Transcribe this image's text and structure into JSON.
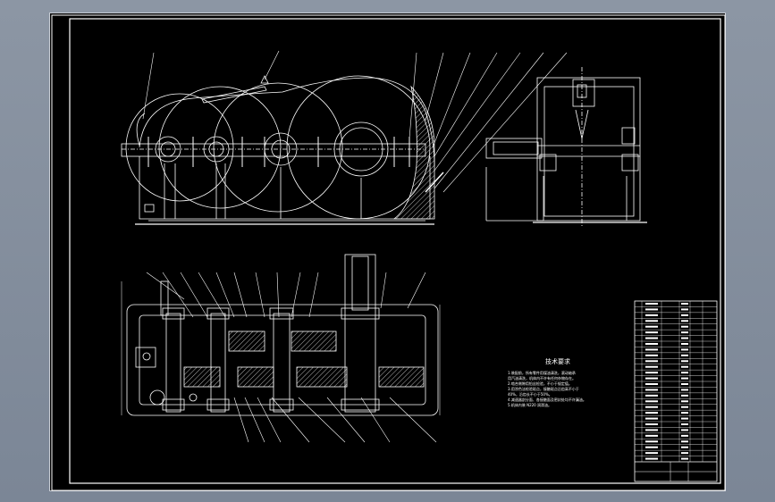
{
  "colors": {
    "background": "#7f8a99",
    "paper": "#000000",
    "line": "#ffffff",
    "hatch": "#ffffff"
  },
  "technical_requirements": {
    "title": "技术要求",
    "lines": [
      "1.装配前，所有零件用煤油清洗，滚动轴承",
      "  用汽油清洗，机体内不许有任何杂物存在。",
      "2.啮合侧隙用铅丝检验，不小于规定值。",
      "3.用涂色法检验斑点，接触斑点沿齿高不小于",
      "  40%，沿齿长不小于50%。",
      "4.减速器剖分面、各接触面及密封处均不许漏油。",
      "5.机体内装 N220 润滑油。"
    ]
  },
  "title_block": {
    "rows": 28
  }
}
